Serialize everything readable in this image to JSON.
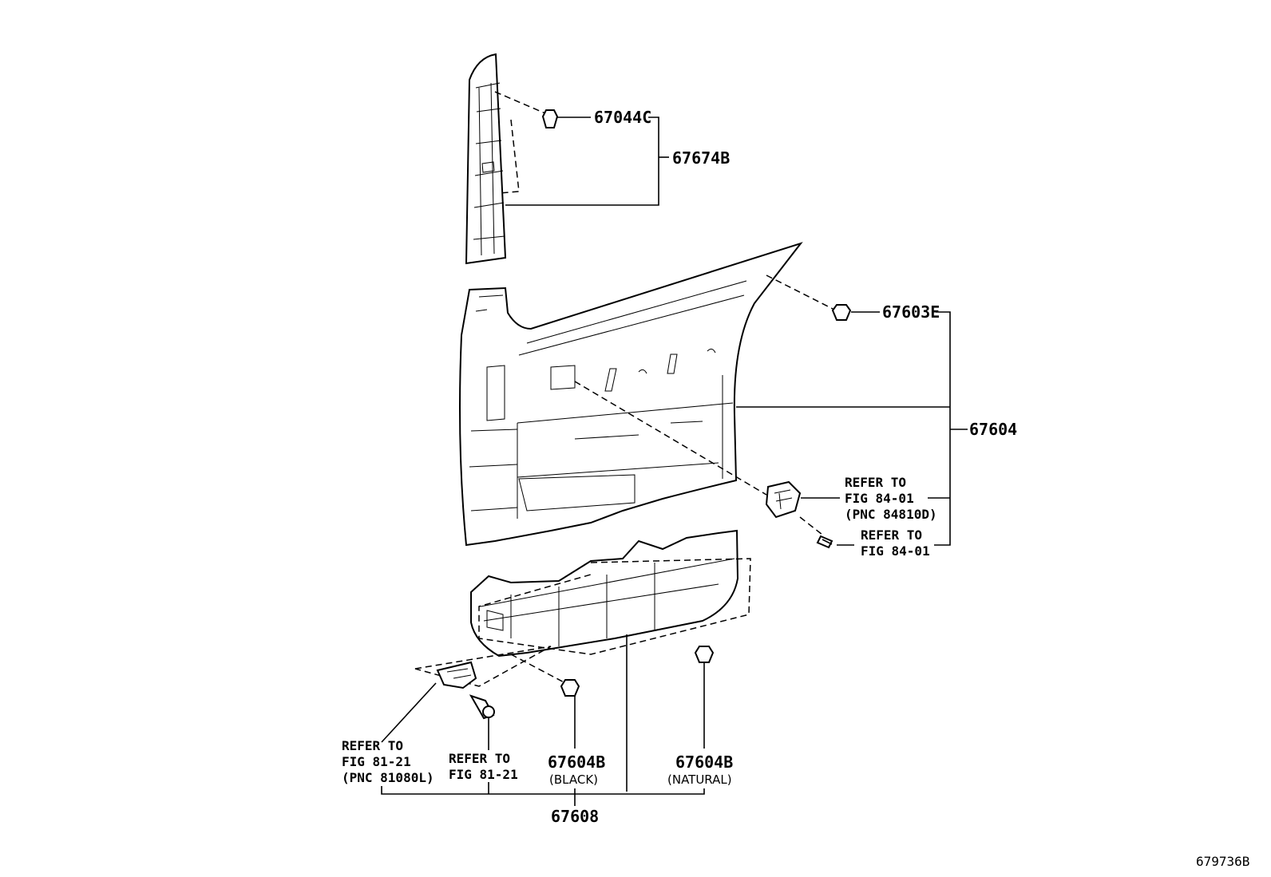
{
  "figure_id": "679736B",
  "callouts": {
    "p67044C": "67044C",
    "p67674B": "67674B",
    "p67603E": "67603E",
    "p67604": "67604",
    "ref_fig8401_pnc": [
      "REFER TO",
      "FIG 84-01",
      "(PNC 84810D)"
    ],
    "ref_fig8401": [
      "REFER TO",
      "FIG 84-01"
    ],
    "ref_fig8121_pnc": [
      "REFER TO",
      "FIG 81-21",
      "(PNC 81080L)"
    ],
    "ref_fig8121": [
      "REFER TO",
      "FIG 81-21"
    ],
    "p67604B_black": "67604B",
    "black_note": "(BLACK)",
    "p67604B_natural": "67604B",
    "natural_note": "(NATURAL)",
    "p67608": "67608"
  }
}
